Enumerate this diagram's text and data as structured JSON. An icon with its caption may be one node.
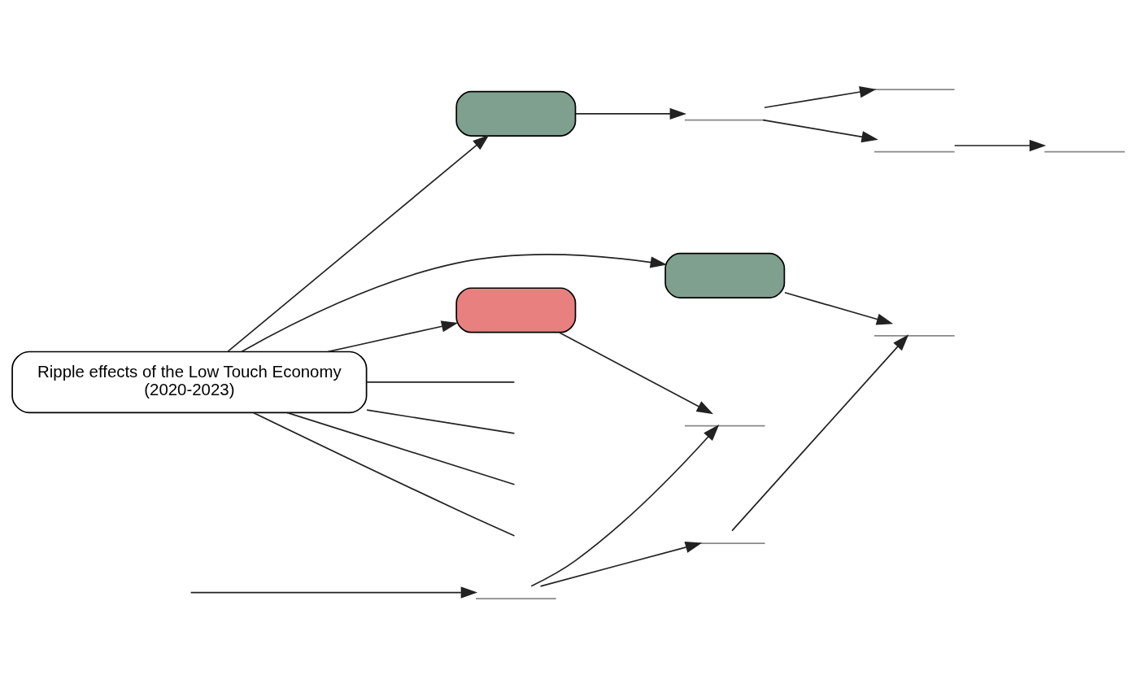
{
  "diagram": {
    "nodes": [
      {
        "text": [
          "Ripple effects of the Low Touch Economy",
          "(2020-2023)"
        ]
      },
      {
        "text": [],
        "shape": "box"
      },
      {
        "text": [],
        "shape": "box"
      },
      {
        "text": [],
        "shape": "box"
      },
      {
        "text": [],
        "shape": "text"
      },
      {
        "text": [],
        "shape": "text"
      },
      {
        "text": [],
        "shape": "text"
      },
      {
        "text": [],
        "shape": "text"
      },
      {
        "text": [],
        "shape": "text"
      },
      {
        "text": [],
        "shape": "text"
      },
      {
        "text": [],
        "shape": "text"
      },
      {
        "text": [],
        "shape": "text"
      }
    ],
    "edges": [
      {
        "from": 0,
        "to": 1,
        "arrow": "to"
      },
      {
        "from": 0,
        "to": 2,
        "arrow": "to"
      },
      {
        "from": 0,
        "to": 3,
        "arrow": "to"
      },
      {
        "from": 0,
        "to": null,
        "arrow": "none"
      },
      {
        "from": 0,
        "to": null,
        "arrow": "none"
      },
      {
        "from": 0,
        "to": null,
        "arrow": "none"
      },
      {
        "from": 0,
        "to": null,
        "arrow": "none"
      },
      {
        "from": 1,
        "to": 5,
        "arrow": "to"
      },
      {
        "from": 5,
        "to": 6,
        "arrow": "to"
      },
      {
        "from": 5,
        "to": 10,
        "arrow": "to"
      },
      {
        "from": 10,
        "to": 11,
        "arrow": "to"
      },
      {
        "from": 2,
        "to": 7,
        "arrow": "to"
      },
      {
        "from": 8,
        "to": 7,
        "arrow": "to"
      },
      {
        "from": 4,
        "to": 8,
        "arrow": "to"
      },
      {
        "from": 3,
        "to": 9,
        "arrow": "to"
      },
      {
        "from": 4,
        "to": 9,
        "arrow": "to"
      },
      {
        "from": null,
        "to": 4,
        "arrow": "to"
      }
    ]
  }
}
